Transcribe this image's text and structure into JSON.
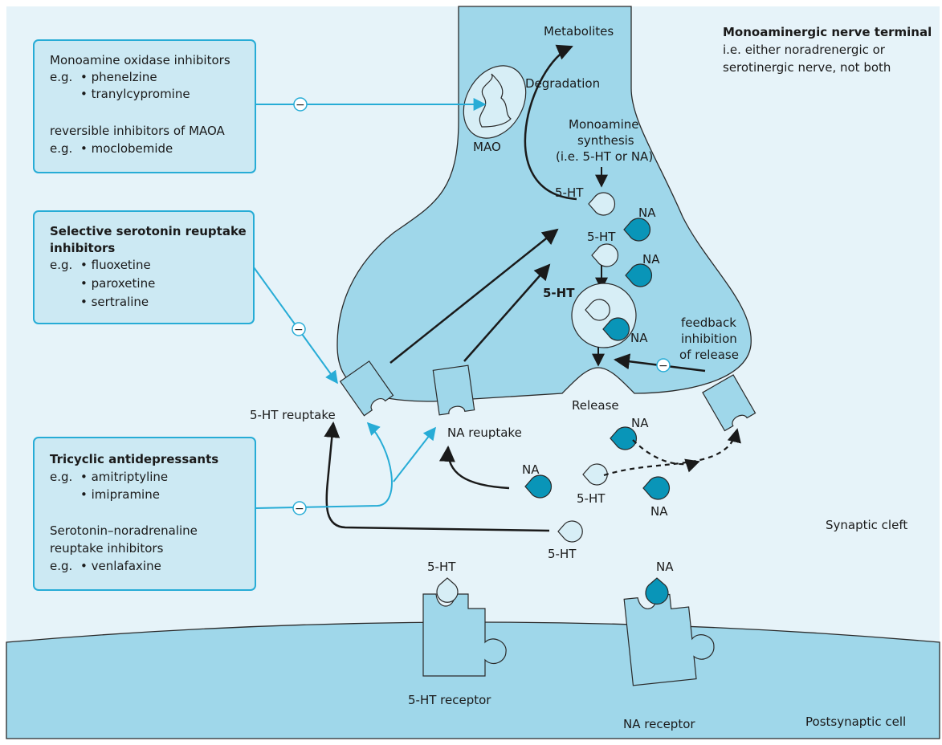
{
  "terminal_note": {
    "title": "Monoaminergic nerve terminal",
    "line1": "i.e. either noradrenergic or",
    "line2": "serotinergic nerve, not both"
  },
  "maoi_box": {
    "heading": "Monoamine oxidase inhibitors",
    "eg": "e.g.",
    "drug1": "• phenelzine",
    "drug2": "• tranylcypromine",
    "subheading": "reversible inhibitors of MAOA",
    "drug3": "• moclobemide"
  },
  "ssri_box": {
    "heading1": "Selective serotonin reuptake",
    "heading2": "inhibitors",
    "eg": "e.g.",
    "drug1": "• fluoxetine",
    "drug2": "• paroxetine",
    "drug3": "• sertraline"
  },
  "tca_box": {
    "heading": "Tricyclic antidepressants",
    "eg": "e.g.",
    "drug1": "• amitriptyline",
    "drug2": "• imipramine",
    "subheading1": "Serotonin–noradrenaline",
    "subheading2": "reuptake inhibitors",
    "drug3": "• venlafaxine"
  },
  "labels": {
    "metabolites": "Metabolites",
    "degradation": "Degradation",
    "mao": "MAO",
    "synthesis1": "Monoamine",
    "synthesis2": "synthesis",
    "synthesis3": "(i.e. 5-HT or NA)",
    "ht": "5-HT",
    "na": "NA",
    "feedback1": "feedback",
    "feedback2": "inhibition",
    "feedback3": "of release",
    "release": "Release",
    "ht_reuptake": "5-HT reuptake",
    "na_reuptake": "NA reuptake",
    "synaptic_cleft": "Synaptic cleft",
    "ht_receptor": "5-HT receptor",
    "na_receptor": "NA receptor",
    "postsynaptic": "Postsynaptic cell",
    "minus": "−"
  },
  "colors": {
    "background": "#e6f3f9",
    "cell_fill": "#9fd7ea",
    "box_fill": "#cce9f3",
    "box_border": "#27acd6",
    "na_fill": "#0995b8",
    "ht_fill": "#d7eef6",
    "arrow": "#1a1a1a",
    "inhibit_line": "#27acd6"
  }
}
